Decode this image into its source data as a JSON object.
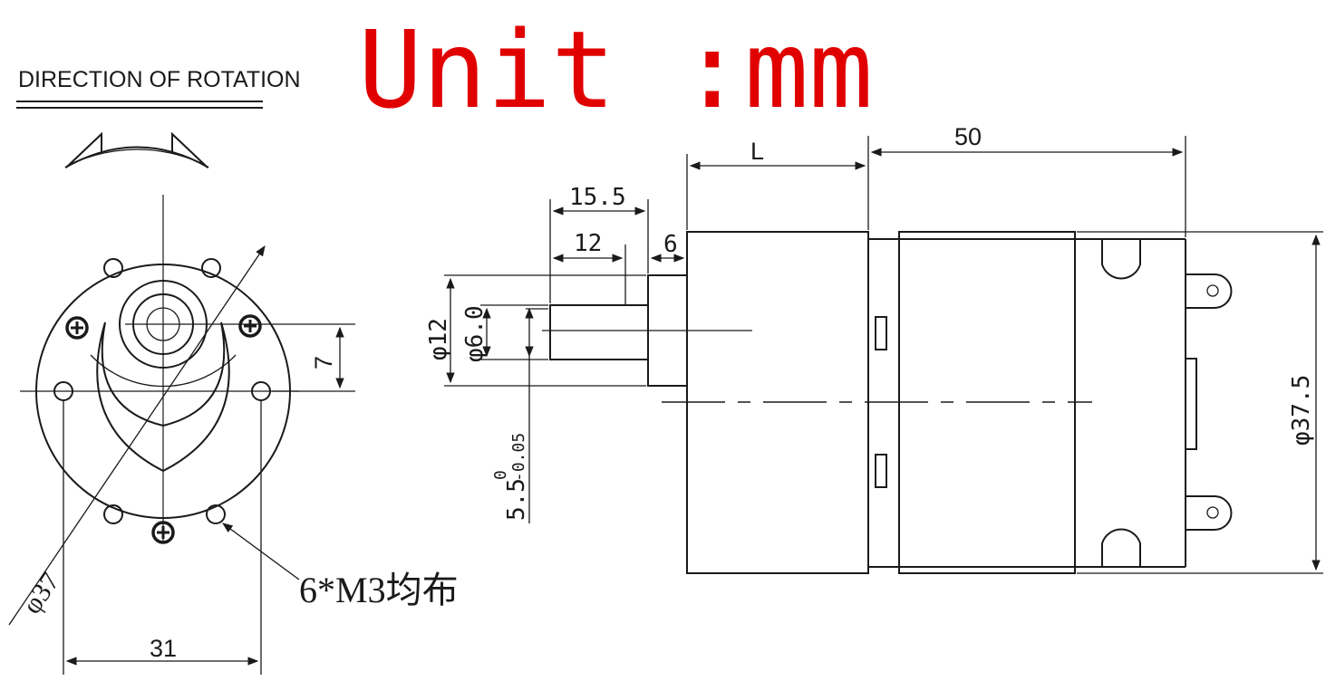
{
  "title": "Unit :mm",
  "direction_label": "DIRECTION OF ROTATION",
  "front_view": {
    "diameter_label": "φ37",
    "offset_label": "7",
    "bolt_span_label": "31",
    "holes_note": "6*M3均布"
  },
  "side_view": {
    "length_label": "L",
    "motor_length_label": "50",
    "shaft_total_label": "15.5",
    "shaft_flat_label": "12",
    "boss_label": "6",
    "boss_diameter_label": "φ12",
    "shaft_diameter_label": "φ6.0",
    "flat_label": "5.5",
    "flat_tol_upper": "0",
    "flat_tol_lower": "-0.05",
    "body_diameter_label": "φ37.5"
  },
  "colors": {
    "title": "#e00000",
    "lines": "#1a1a1a",
    "background": "#ffffff"
  }
}
